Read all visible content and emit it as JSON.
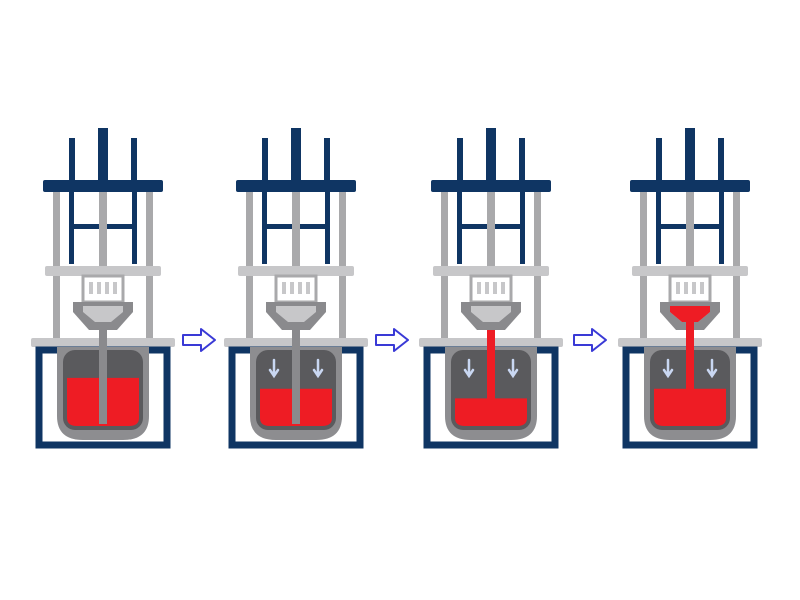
{
  "colors": {
    "navy": "#0f3563",
    "steel": "#a9a9ab",
    "steel_light": "#c7c7c9",
    "steel_dark": "#8a8a8d",
    "vessel": "#8d8d90",
    "vessel_dark": "#5a5a5d",
    "molten": "#ee1c24",
    "pressure_arrow": "#c9d7f2",
    "step_arrow_stroke": "#3a3ad6",
    "step_arrow_fill": "#ffffff"
  },
  "stages": [
    {
      "step": 1,
      "melt_fill_fraction": 0.72,
      "stalk_filled": false,
      "mold_filled": false,
      "pressure_applied": false
    },
    {
      "step": 2,
      "melt_fill_fraction": 0.55,
      "stalk_filled": false,
      "mold_filled": false,
      "pressure_applied": true
    },
    {
      "step": 3,
      "melt_fill_fraction": 0.4,
      "stalk_filled": true,
      "mold_filled": false,
      "pressure_applied": true
    },
    {
      "step": 4,
      "melt_fill_fraction": 0.55,
      "stalk_filled": true,
      "mold_filled": true,
      "pressure_applied": true
    }
  ],
  "step_arrows": [
    {
      "icon": "right-arrow-icon",
      "from": 1,
      "to": 2
    },
    {
      "icon": "right-arrow-icon",
      "from": 2,
      "to": 3
    },
    {
      "icon": "right-arrow-icon",
      "from": 3,
      "to": 4
    }
  ]
}
